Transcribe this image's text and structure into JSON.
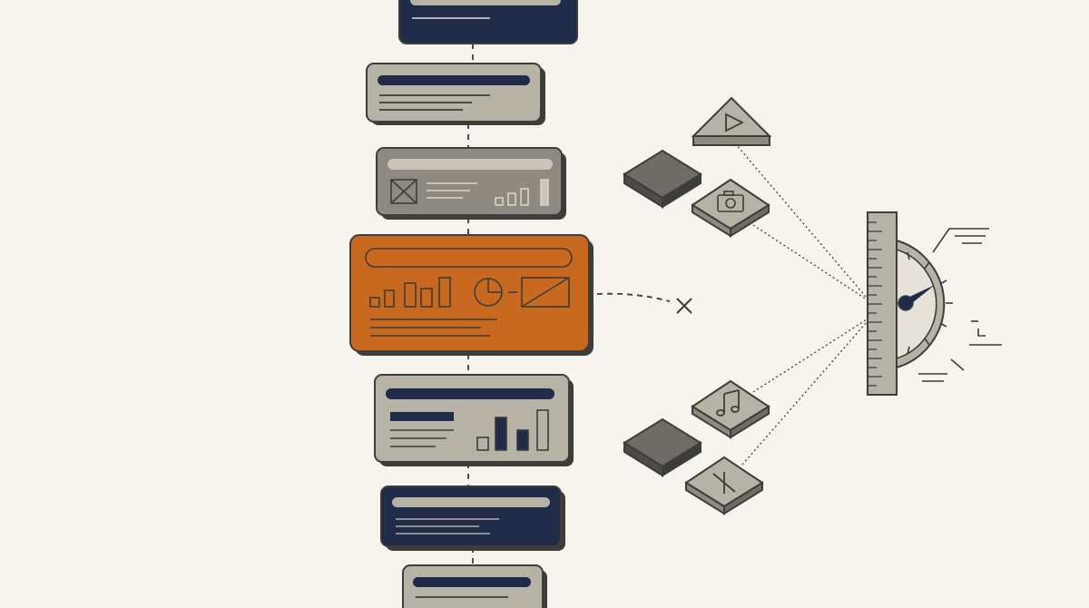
{
  "colors": {
    "background": "#f7f4ee",
    "ink": "#3d3d3a",
    "navy": "#1f2b48",
    "beige": "#b7b2a6",
    "taupe": "#8e8a82",
    "orange": "#c8691f",
    "orange_light": "#e08a46",
    "dark_tile": "#6f6c66",
    "paper": "#f2efe8"
  },
  "cards": [
    {
      "name": "navy-card-top",
      "style": "navy"
    },
    {
      "name": "text-card",
      "style": "beige"
    },
    {
      "name": "image-chart-card",
      "style": "taupe"
    },
    {
      "name": "highlighted-dashboard-card",
      "style": "orange",
      "state": "selected"
    },
    {
      "name": "text-chart-card",
      "style": "beige"
    },
    {
      "name": "navy-card-bottom",
      "style": "navy"
    },
    {
      "name": "text-card-bottom",
      "style": "beige"
    }
  ],
  "icons": {
    "play": "play-icon",
    "camera": "camera-icon",
    "music": "music-note-icon",
    "cross": "cross-icon",
    "ruler": "ruler-icon",
    "gauge": "gauge-icon",
    "rejected": "x-mark-icon"
  }
}
